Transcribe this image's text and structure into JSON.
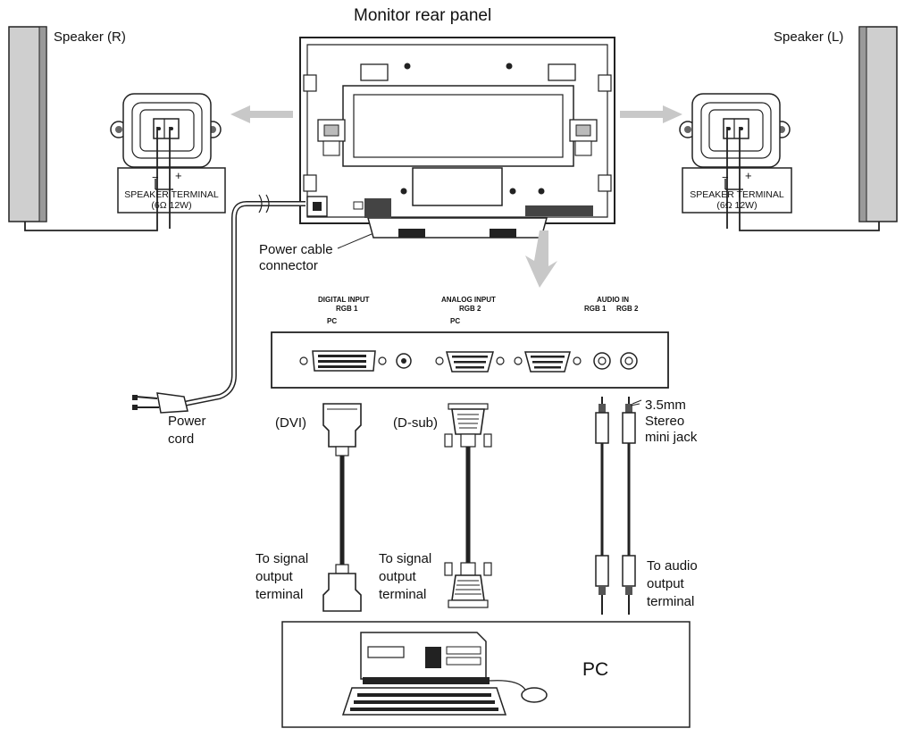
{
  "title": "Monitor rear panel",
  "speakers": {
    "right": "Speaker (R)",
    "left": "Speaker (L)",
    "terminal_label": "SPEAKER TERMINAL",
    "terminal_rating": "(6Ω 12W)",
    "minus": "−",
    "plus": "+"
  },
  "power": {
    "connector_line1": "Power cable",
    "connector_line2": "connector",
    "cord_line1": "Power",
    "cord_line2": "cord"
  },
  "inputs": {
    "digital_title": "DIGITAL INPUT",
    "digital_sub": "RGB 1",
    "analog_title": "ANALOG INPUT",
    "analog_sub": "RGB 2",
    "audio_title": "AUDIO IN",
    "audio_rgb1": "RGB 1",
    "audio_rgb2": "RGB 2",
    "pc_tag": "PC"
  },
  "cables": {
    "dvi": "(DVI)",
    "dsub": "(D-sub)",
    "jack_line1": "3.5mm",
    "jack_line2": "Stereo",
    "jack_line3": "mini jack",
    "signal_line1": "To signal",
    "signal_line2": "output",
    "signal_line3": "terminal",
    "audio_line1": "To audio",
    "audio_line2": "output",
    "audio_line3": "terminal"
  },
  "pc_label": "PC"
}
